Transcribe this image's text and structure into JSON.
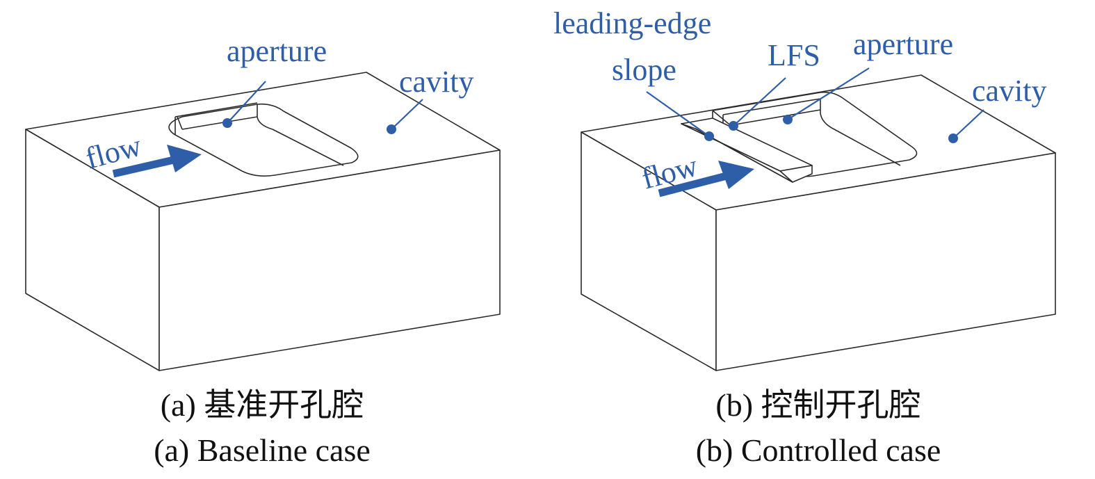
{
  "panel_a": {
    "labels": {
      "aperture": "aperture",
      "cavity": "cavity",
      "flow": "flow"
    },
    "caption_cn": "(a) 基准开孔腔",
    "caption_en": "(a) Baseline case"
  },
  "panel_b": {
    "labels": {
      "leading_edge": "leading-edge",
      "slope": "slope",
      "lfs": "LFS",
      "aperture": "aperture",
      "cavity": "cavity",
      "flow": "flow"
    },
    "caption_cn": "(b) 控制开孔腔",
    "caption_en": "(b) Controlled case"
  },
  "colors": {
    "label": "#2f5ea8",
    "edge": "#2a2a2a",
    "caption": "#111111"
  }
}
